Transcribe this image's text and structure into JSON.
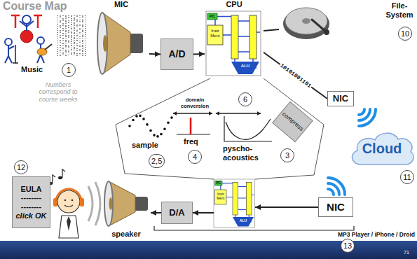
{
  "diagram": {
    "title": "Course Map",
    "nodes": [
      {
        "text": [
          "MIC"
        ]
      },
      {
        "text": [
          "A/D"
        ]
      },
      {
        "text": [
          "CPU",
          "PC",
          "Instr Mem",
          "ALU"
        ]
      },
      {
        "text": [
          "File-System"
        ]
      },
      {
        "text": [
          "NIC"
        ]
      },
      {
        "text": [
          "compress"
        ]
      },
      {
        "text": [
          "Cloud"
        ]
      },
      {
        "text": [
          "EULA",
          "--------",
          "--------",
          "click OK"
        ]
      },
      {
        "text": [
          "D/A"
        ]
      },
      {
        "text": [
          "PC",
          "Instr Mem",
          "ALU"
        ]
      },
      {
        "text": [
          "NIC"
        ]
      },
      {
        "text": [
          "speaker"
        ]
      }
    ],
    "edges": [
      {
        "from": 0,
        "to": 1,
        "arrow": "to"
      },
      {
        "from": 1,
        "to": 2,
        "arrow": "to"
      },
      {
        "from": 2,
        "to": 3,
        "arrow": "none"
      },
      {
        "from": 2,
        "to": 4,
        "label": "10101001101",
        "arrow": "none"
      },
      {
        "from": 10,
        "to": 9,
        "arrow": "to"
      },
      {
        "from": 9,
        "to": 8,
        "arrow": "to"
      },
      {
        "from": 8,
        "to": 11,
        "arrow": "to"
      }
    ],
    "labels": [
      "Music",
      "1",
      "Numbers correspond to course weeks",
      "domain conversion",
      "sample",
      "2,5",
      "freq",
      "4",
      "6",
      "pyscho- acoustics",
      "3",
      "10",
      "11",
      "12",
      "MP3 Player / iPhone / Droid",
      "13",
      "71"
    ]
  }
}
